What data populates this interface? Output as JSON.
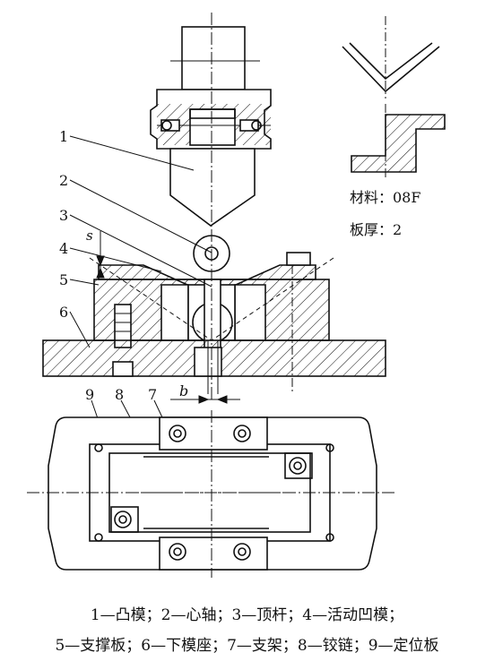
{
  "part_labels": [
    "1",
    "2",
    "3",
    "4",
    "5",
    "6",
    "7",
    "8",
    "9"
  ],
  "dimension_labels": {
    "s": "s",
    "b": "b"
  },
  "spec": {
    "material": "材料：08F",
    "thickness": "板厚：2"
  },
  "caption": {
    "line1": "1—凸模；2—心轴；3—顶杆；4—活动凹模；",
    "line2": "5—支撑板；6—下模座；7—支架；8—铰链；9—定位板"
  },
  "colors": {
    "line": "#111111",
    "background": "#ffffff"
  }
}
